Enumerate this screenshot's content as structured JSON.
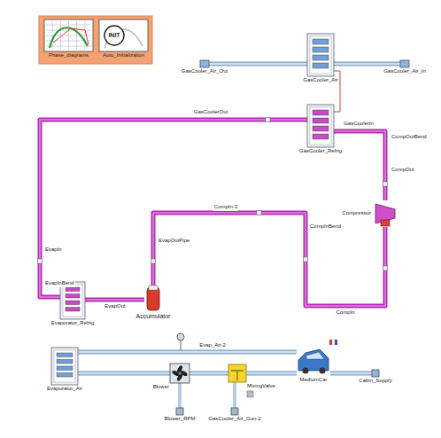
{
  "diagram": {
    "nodes": [
      {
        "text": [
          "Phase_diagrams"
        ]
      },
      {
        "text": [
          "INIT",
          "Auto_Initialization"
        ]
      },
      {
        "text": [
          "GasCooler_Air_Out"
        ]
      },
      {
        "text": [
          "GasCooler_Air"
        ]
      },
      {
        "text": [
          "GasCooler_Air_In"
        ]
      },
      {
        "text": [
          "GasCooler_Refrig"
        ]
      },
      {
        "text": [
          "Compressor"
        ]
      },
      {
        "text": [
          "Evaporator_Refrig"
        ]
      },
      {
        "text": [
          "Accumulator"
        ]
      },
      {
        "text": [
          "Evaporator_Air"
        ]
      },
      {
        "text": [
          "Blower"
        ]
      },
      {
        "text": [
          "MixingValve"
        ]
      },
      {
        "text": [
          "MediumCar"
        ]
      },
      {
        "text": [
          "Cabin_Supply"
        ]
      },
      {
        "text": [
          "Blower_RPM"
        ]
      },
      {
        "text": [
          "GasCooler_Air_Gun-2"
        ]
      }
    ],
    "edges": [
      {
        "from": 4,
        "to": 3,
        "arrow": "none"
      },
      {
        "from": 3,
        "to": 2,
        "arrow": "none"
      },
      {
        "from": 3,
        "to": 5,
        "arrow": "none"
      },
      {
        "from": 6,
        "to": 5,
        "label": "GasCoolerIn",
        "arrow": "none"
      },
      {
        "from": 5,
        "to": 7,
        "label": "GasCoolerOut",
        "arrow": "none"
      },
      {
        "from": 7,
        "to": 8,
        "label": "EvapOut",
        "arrow": "none"
      },
      {
        "from": 8,
        "to": 6,
        "arrow": "none"
      },
      {
        "from": 12,
        "to": 9,
        "label": "Evap_Air-2",
        "arrow": "none"
      },
      {
        "from": 9,
        "to": 10,
        "arrow": "none"
      },
      {
        "from": 10,
        "to": 11,
        "arrow": "none"
      },
      {
        "from": 11,
        "to": 12,
        "arrow": "none"
      },
      {
        "from": 12,
        "to": 13,
        "arrow": "none"
      },
      {
        "from": 14,
        "to": 10,
        "arrow": "none"
      },
      {
        "from": 15,
        "to": 11,
        "arrow": "none"
      }
    ],
    "labels": [
      "CompOutBend",
      "CompOut",
      "EvapIn",
      "EvapInBend",
      "EvapOutPipe",
      "CompIn-3",
      "CompInBend",
      "CompIn"
    ]
  }
}
